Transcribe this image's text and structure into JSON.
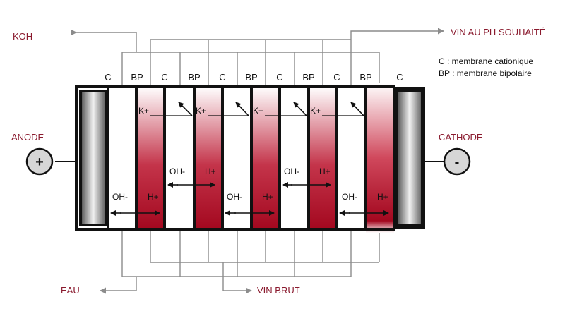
{
  "labels": {
    "koh": "KOH",
    "vin_ph": "VIN AU PH SOUHAITÉ",
    "eau": "EAU",
    "vin_brut": "VIN BRUT",
    "anode": "ANODE",
    "cathode": "CATHODE",
    "anode_sign": "+",
    "cathode_sign": "-"
  },
  "legend": {
    "c_line": "C : membrane cationique",
    "bp_line": "BP : membrane bipolaire"
  },
  "membranes": [
    "C",
    "BP",
    "C",
    "BP",
    "C",
    "BP",
    "C",
    "BP",
    "C",
    "BP",
    "C"
  ],
  "ions": {
    "k": "K+",
    "oh": "OH-",
    "h": "H+"
  },
  "colors": {
    "title_red": "#8a1a2e",
    "acid_red": "#b0112a",
    "pipe_gray": "#8c8c8c",
    "frame": "#111111"
  }
}
